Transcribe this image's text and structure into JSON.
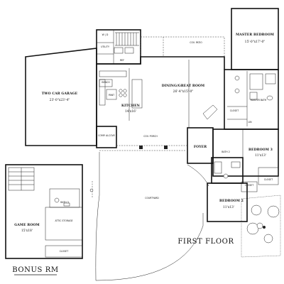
{
  "rooms": {
    "master_bedroom": {
      "name": "MASTER BEDROOM",
      "dims": "15'-0\"x17'-0\""
    },
    "garage": {
      "name": "TWO CAR GARAGE",
      "dims": "23'-0\"x23'-4\""
    },
    "dining": {
      "name": "DINING/GREAT ROOM",
      "dims": "26'-4\"x15'-0\""
    },
    "kitchen": {
      "name": "KITCHEN",
      "dims": "14'x16'"
    },
    "bedroom3": {
      "name": "BEDROOM 3",
      "dims": "11'x13'"
    },
    "bedroom2": {
      "name": "BEDROOM 2",
      "dims": "11'x13'"
    },
    "game_room": {
      "name": "GAME ROOM",
      "dims": "15'x18'"
    }
  },
  "labels": {
    "cov_patio": "COV. PATIO",
    "utility": "UTILITY",
    "wd": "W | D",
    "ref": "REF",
    "bench": "BENCH",
    "pant": "PANT",
    "comp_alcove": "COMP. ALCOVE",
    "cov_porch": "COV. PORCH",
    "foyer": "FOYER",
    "courtyard": "COURTYARD",
    "closet_master": "CLOSET",
    "master_bath": "MASTER BATH",
    "lin": "LIN",
    "bath2": "BATH 2",
    "closet_b2": "CLOSET",
    "closet_b3": "CLOSET",
    "bath3": "BATH 3",
    "attic_storage": "ATTIC STORAGE",
    "closet_bonus": "CLOSET"
  },
  "floors": {
    "first": "FIRST FLOOR",
    "bonus": "BONUS RM"
  }
}
